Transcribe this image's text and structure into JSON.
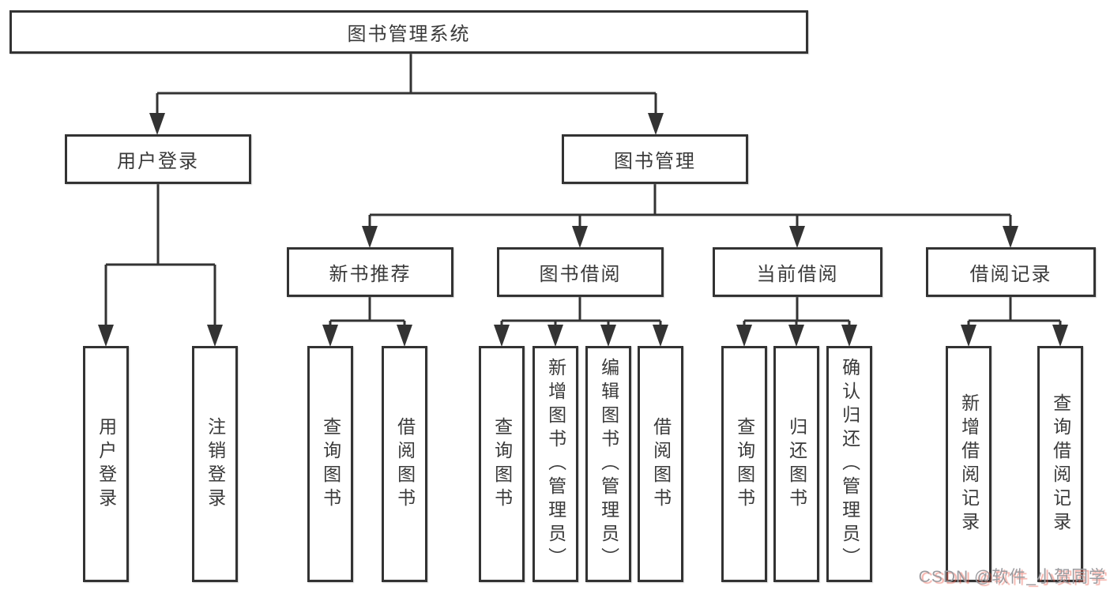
{
  "diagram": {
    "title": "图书管理系统",
    "root": {
      "label": "图书管理系统"
    },
    "branches": [
      {
        "label": "用户登录",
        "children": [
          {
            "label": "用户登录"
          },
          {
            "label": "注销登录"
          }
        ]
      },
      {
        "label": "图书管理",
        "children": [
          {
            "label": "新书推荐",
            "children": [
              {
                "label": "查询图书"
              },
              {
                "label": "借阅图书"
              }
            ]
          },
          {
            "label": "图书借阅",
            "children": [
              {
                "label": "查询图书"
              },
              {
                "label": "新增图书（管理员）"
              },
              {
                "label": "编辑图书（管理员）"
              },
              {
                "label": "借阅图书"
              }
            ]
          },
          {
            "label": "当前借阅",
            "children": [
              {
                "label": "查询图书"
              },
              {
                "label": "归还图书"
              },
              {
                "label": "确认归还（管理员）"
              }
            ]
          },
          {
            "label": "借阅记录",
            "children": [
              {
                "label": "新增借阅记录"
              },
              {
                "label": "查询借阅记录"
              }
            ]
          }
        ]
      }
    ],
    "colors": {
      "line": "#333333",
      "box_border": "#333333",
      "text": "#3a3a3a",
      "background": "#ffffff"
    }
  },
  "watermark": {
    "text": "CSDN @软件_小贺同学",
    "gray": "#9b9b9f",
    "accent": "#eb6455"
  }
}
